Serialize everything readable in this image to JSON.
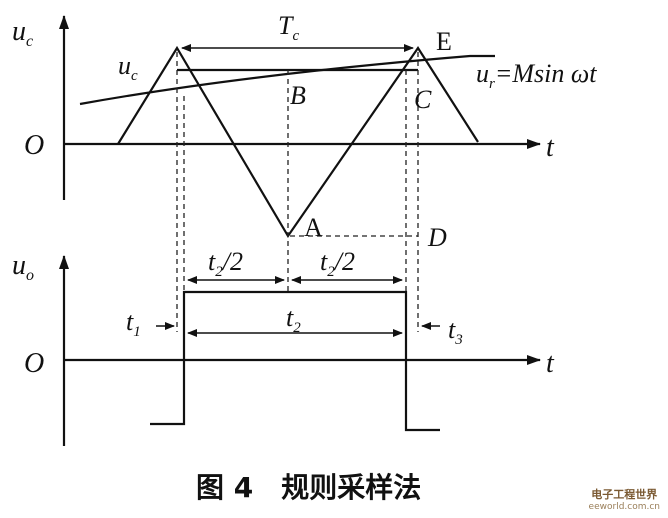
{
  "labels": {
    "uc_axis": "u",
    "uc_axis_sub": "c",
    "uc_curve": "u",
    "uc_curve_sub": "c",
    "Tc": "T",
    "Tc_sub": "c",
    "E": "E",
    "B": "B",
    "C": "C",
    "A": "A",
    "D": "D",
    "O_top": "O",
    "O_bottom": "O",
    "t_top": "t",
    "t_bottom": "t",
    "ur_u": "u",
    "ur_sub": "r",
    "ur_rest": "=Msin ωt",
    "uo_axis": "u",
    "uo_axis_sub": "o",
    "t2half_left_t": "t",
    "t2half_left_sub": "2",
    "t2half_left_rest": "/2",
    "t2half_right_t": "t",
    "t2half_right_sub": "2",
    "t2half_right_rest": "/2",
    "t1": "t",
    "t1_sub": "1",
    "t2": "t",
    "t2_sub": "2",
    "t3": "t",
    "t3_sub": "3"
  },
  "caption": "图 4　规则采样法",
  "watermark": {
    "title": "电子工程世界",
    "site": "eeworld.com.cn"
  }
}
